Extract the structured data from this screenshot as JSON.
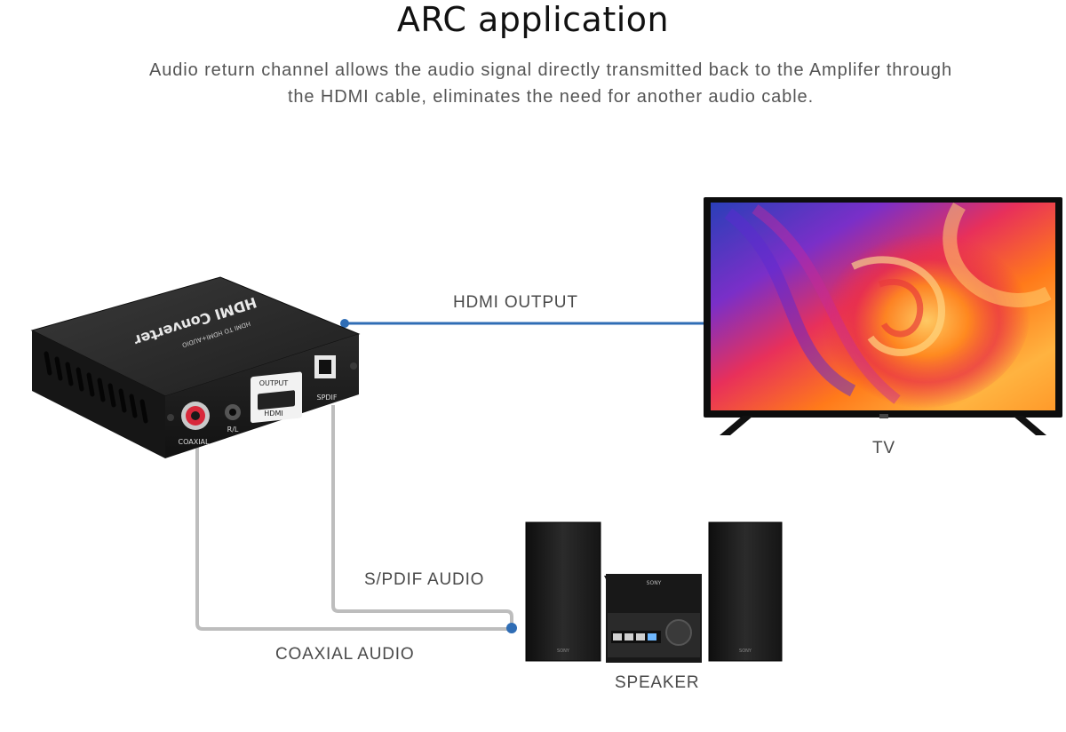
{
  "header": {
    "title": "ARC application",
    "subtitle_line1": "Audio return channel allows the audio signal directly transmitted back to the Amplifer through",
    "subtitle_line2": "the HDMI cable, eliminates the need for another audio cable."
  },
  "converter": {
    "top_label_1": "HDMI Converter",
    "top_label_2": "HDMI TO HDMI+AUDIO",
    "port_output": "OUTPUT",
    "port_hdmi": "HDMI",
    "port_spdif": "SPDIF",
    "port_coaxial": "COAXIAL",
    "port_rl": "R/L"
  },
  "connections": {
    "hdmi_output": "HDMI OUTPUT",
    "spdif_audio": "S/PDIF AUDIO",
    "coaxial_audio": "COAXIAL AUDIO"
  },
  "devices": {
    "tv_label": "TV",
    "speaker_label": "SPEAKER",
    "speaker_brand": "SONY"
  },
  "colors": {
    "hdmi_line": "#2f6db5",
    "audio_line": "#bdbdbd",
    "device_body": "#1c1c1c"
  }
}
